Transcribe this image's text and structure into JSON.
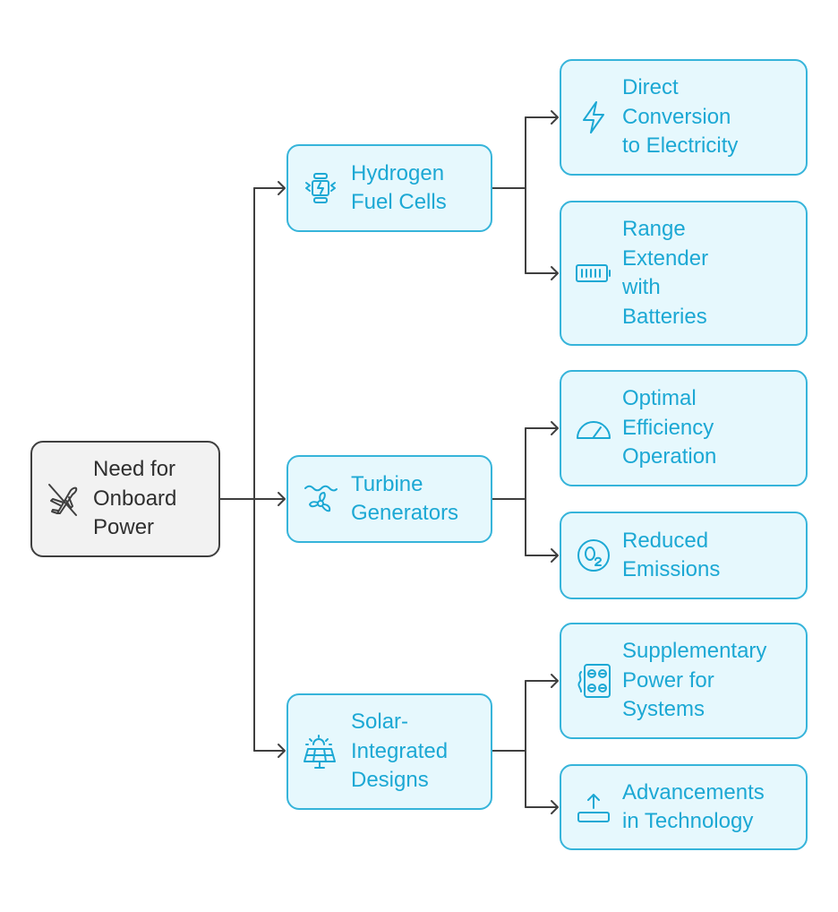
{
  "colors": {
    "root_fill": "#f2f2f2",
    "root_border": "#3f3f3f",
    "node_fill": "#e6f8fd",
    "node_border": "#36b4da",
    "node_text": "#1ca8d4",
    "connector": "#3f3f3f"
  },
  "root": {
    "label": "Need for\nOnboard\nPower",
    "icon": "no-flight-icon"
  },
  "branches": [
    {
      "label": "Hydrogen\nFuel Cells",
      "icon": "fuel-cell-icon",
      "children": [
        {
          "label": "Direct\nConversion\nto Electricity",
          "icon": "lightning-icon"
        },
        {
          "label": "Range\nExtender\nwith\nBatteries",
          "icon": "battery-icon"
        }
      ]
    },
    {
      "label": "Turbine\nGenerators",
      "icon": "turbine-icon",
      "children": [
        {
          "label": "Optimal\nEfficiency\nOperation",
          "icon": "gauge-icon"
        },
        {
          "label": "Reduced\nEmissions",
          "icon": "o2-icon"
        }
      ]
    },
    {
      "label": "Solar-\nIntegrated\nDesigns",
      "icon": "solar-panel-icon",
      "children": [
        {
          "label": "Supplementary\nPower for\nSystems",
          "icon": "power-outlet-icon"
        },
        {
          "label": "Advancements\nin Technology",
          "icon": "upgrade-icon"
        }
      ]
    }
  ]
}
